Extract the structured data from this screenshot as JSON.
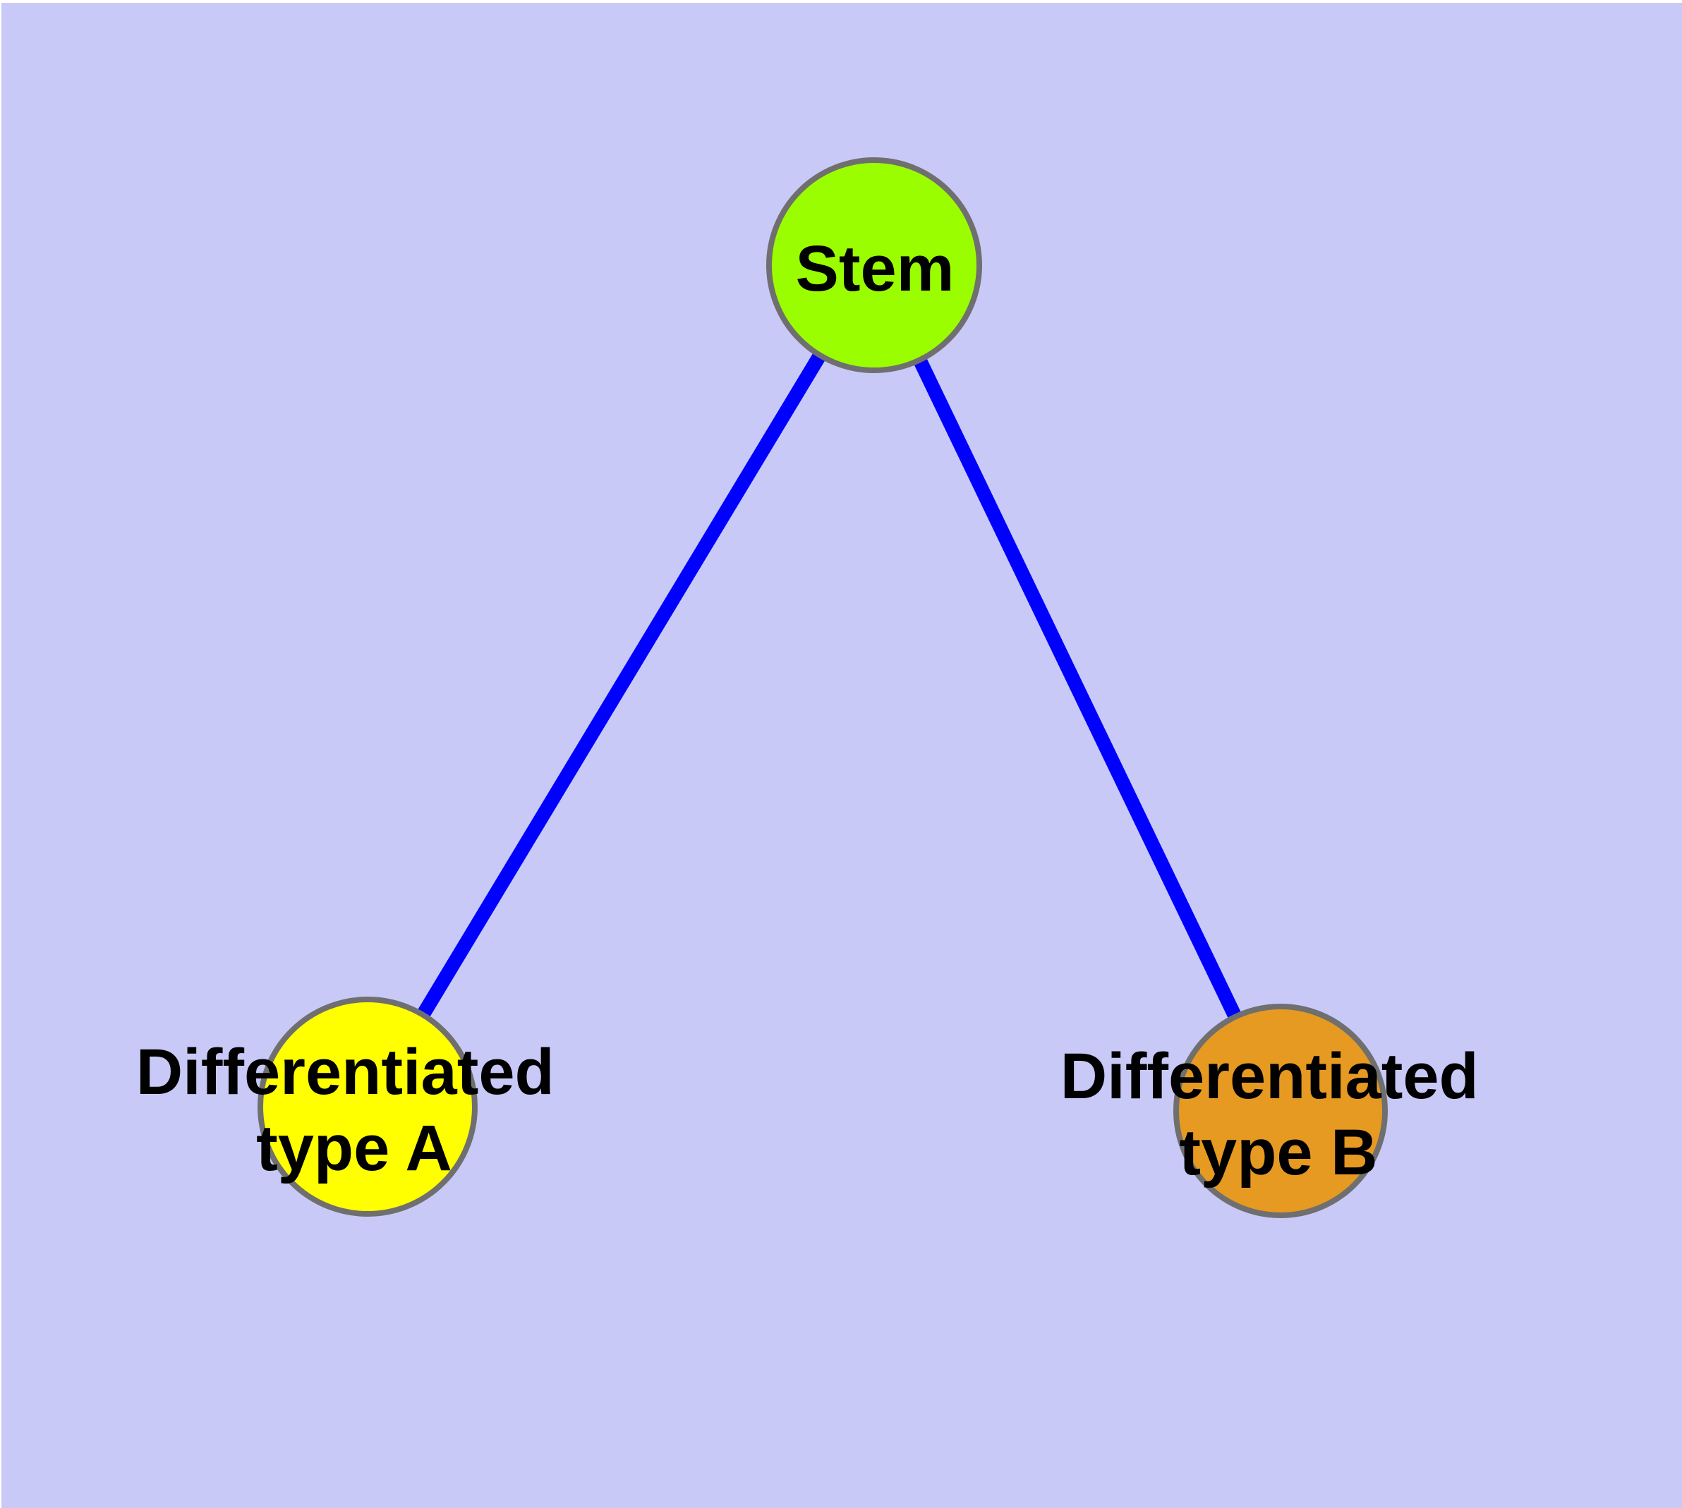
{
  "diagram": {
    "type": "graph",
    "description": "Cell differentiation tree: one stem node connected to two differentiated nodes",
    "background_color": "#C9C9F8",
    "edge_color": "#0000FF",
    "node_border_color": "#6F6F6F",
    "label_color": "#000000",
    "nodes": [
      {
        "id": "stem",
        "label": "Stem",
        "label_lines": [
          "Stem"
        ],
        "fill": "#9BFE00"
      },
      {
        "id": "diff-a",
        "label": "Differentiated type A",
        "label_lines": [
          "Differentiated",
          "type A"
        ],
        "fill": "#FFFF00"
      },
      {
        "id": "diff-b",
        "label": "Differentiated type B",
        "label_lines": [
          "Differentiated",
          "type B"
        ],
        "fill": "#E69A21"
      }
    ],
    "edges": [
      {
        "from": "Stem",
        "to": "Differentiated type A"
      },
      {
        "from": "Stem",
        "to": "Differentiated type B"
      }
    ]
  }
}
